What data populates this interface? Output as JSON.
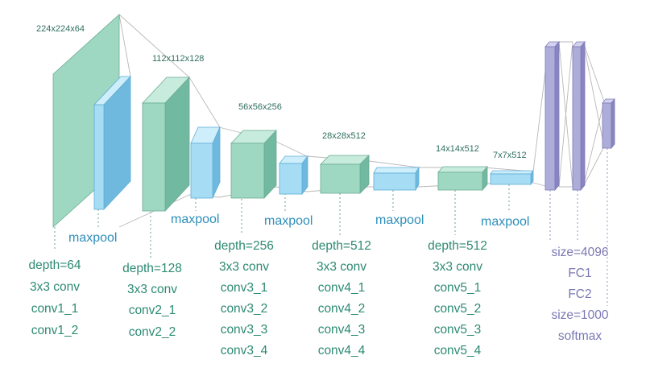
{
  "dimensions": {
    "conv1": "224x224x64",
    "conv2": "112x112x128",
    "conv3": "56x56x256",
    "conv4": "28x28x512",
    "conv5": "14x14x512",
    "pool5": "7x7x512"
  },
  "pool_label": "maxpool",
  "blocks": {
    "b1": [
      "depth=64",
      "3x3 conv",
      "conv1_1",
      "conv1_2"
    ],
    "b2": [
      "depth=128",
      "3x3 conv",
      "conv2_1",
      "conv2_2"
    ],
    "b3": [
      "depth=256",
      "3x3 conv",
      "conv3_1",
      "conv3_2",
      "conv3_3",
      "conv3_4"
    ],
    "b4": [
      "depth=512",
      "3x3 conv",
      "conv4_1",
      "conv4_2",
      "conv4_3",
      "conv4_4"
    ],
    "b5": [
      "depth=512",
      "3x3 conv",
      "conv5_1",
      "conv5_2",
      "conv5_3",
      "conv5_4"
    ],
    "fc": [
      "size=4096",
      "FC1",
      "FC2",
      "size=1000",
      "softmax"
    ]
  },
  "colors": {
    "conv_front": "#9ed8c2",
    "conv_top": "#c7ebdc",
    "conv_side": "#72b9a2",
    "pool_front": "#a6dcf4",
    "pool_top": "#cfeefb",
    "pool_side": "#6fb9de",
    "fc_front": "#aeacd8",
    "fc_top": "#d4d2ee",
    "fc_side": "#8885c0",
    "conv_label": "#2d8a72",
    "pool_label": "#2e8fba",
    "fc_label": "#7b78b4"
  }
}
